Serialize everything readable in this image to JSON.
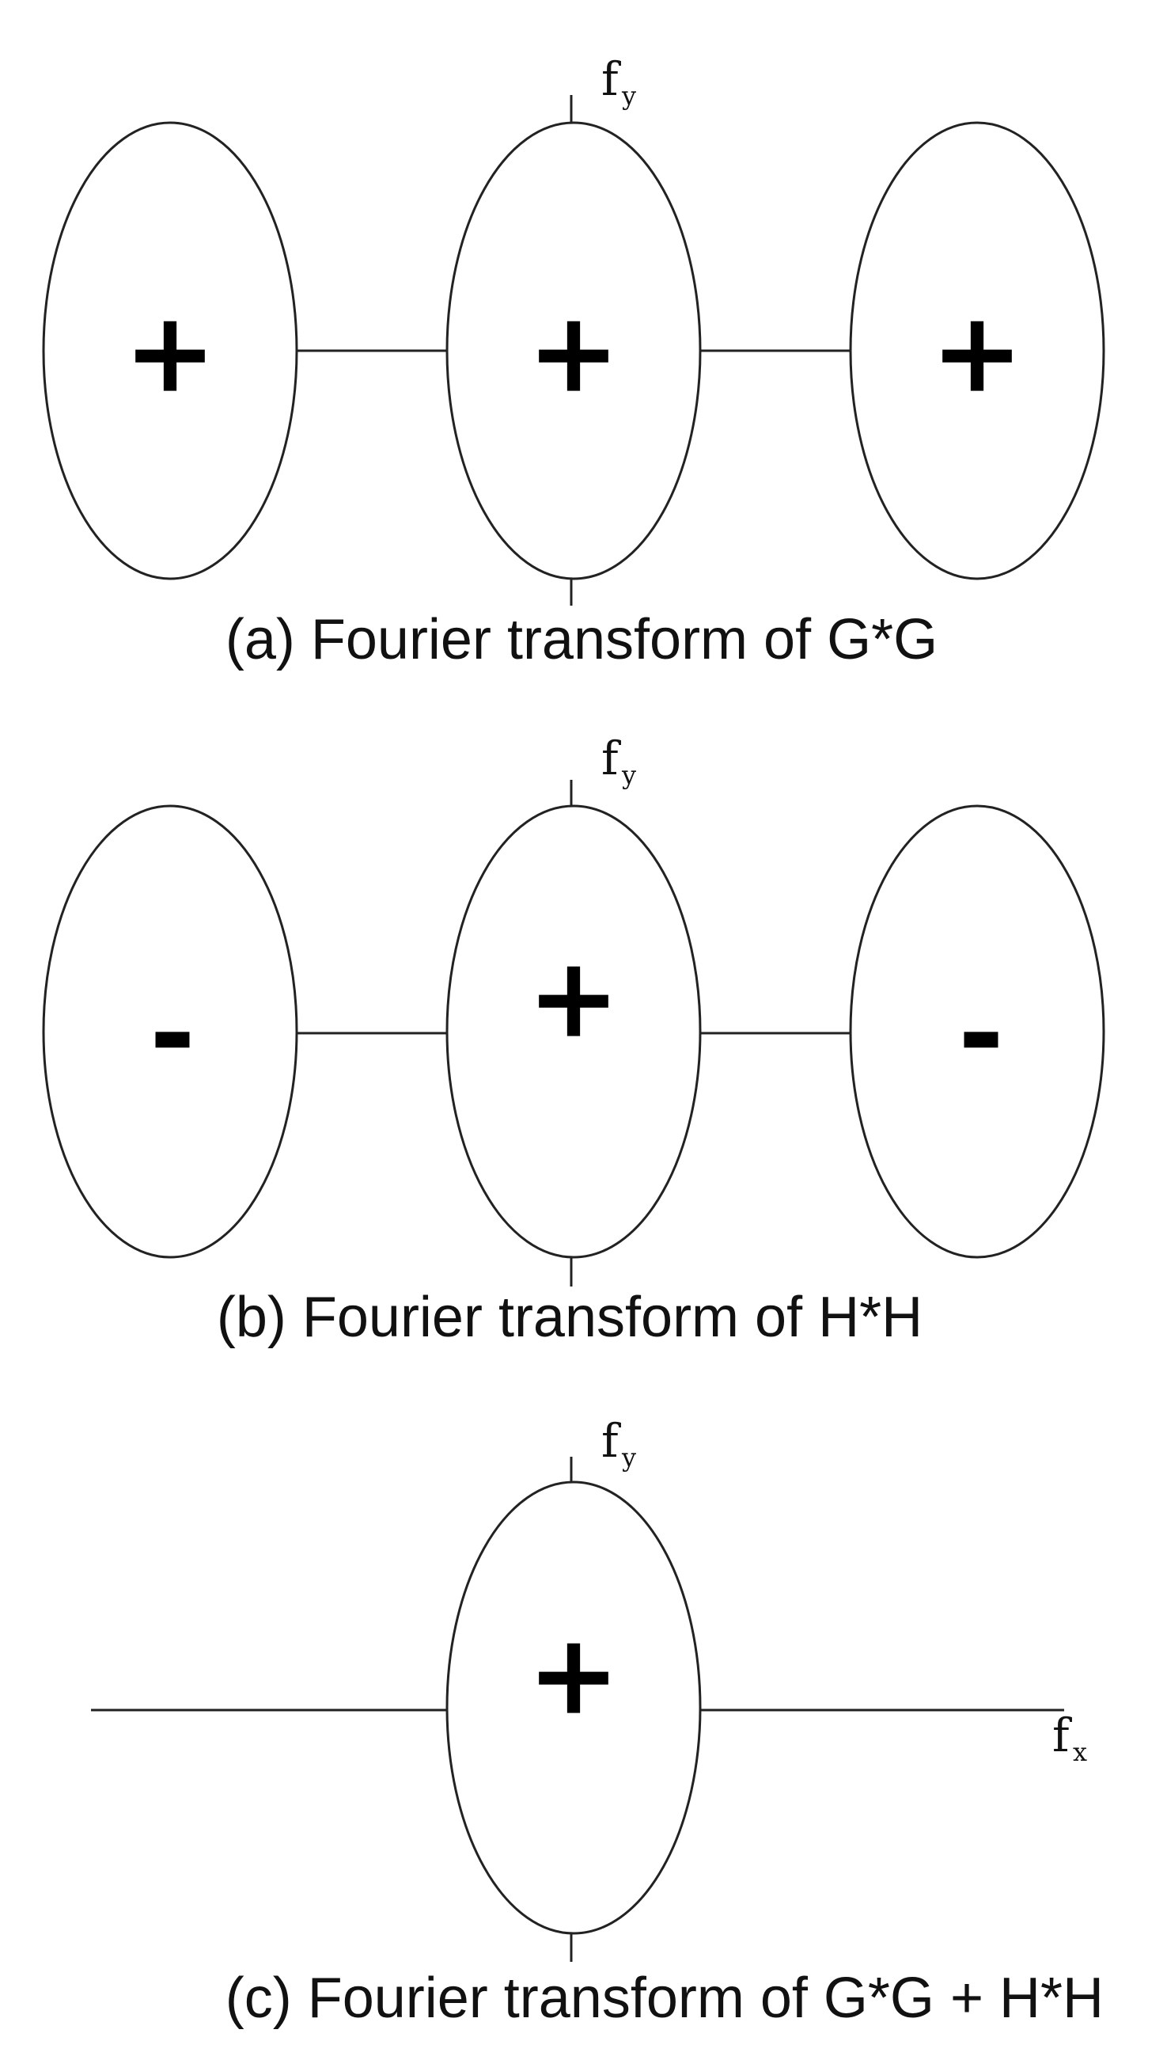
{
  "panels": {
    "a": {
      "caption": "(a) Fourier transform of G*G",
      "fy_label": "f",
      "fy_sub": "y",
      "signs": [
        "+",
        "+",
        "+"
      ]
    },
    "b": {
      "caption": "(b) Fourier transform of H*H",
      "fy_label": "f",
      "fy_sub": "y",
      "signs": [
        "-",
        "+",
        "-"
      ]
    },
    "c": {
      "caption": "(c)  Fourier transform of G*G  + H*H",
      "fy_label": "f",
      "fy_sub": "y",
      "fx_label": "f",
      "fx_sub": "x",
      "signs": [
        "+"
      ]
    }
  },
  "colors": {
    "stroke": "#222222",
    "text": "#111111",
    "background": "#ffffff"
  }
}
